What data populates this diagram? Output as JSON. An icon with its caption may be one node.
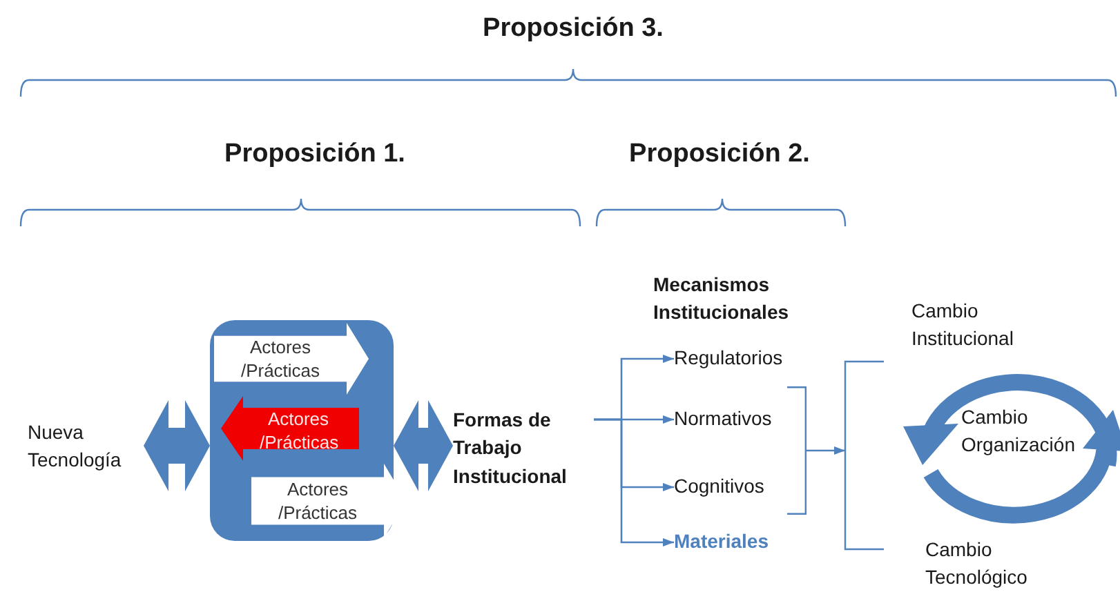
{
  "diagram": {
    "nodes": [
      {
        "text": [
          "Nueva Tecnología"
        ]
      },
      {
        "text": [],
        "shape": "box"
      },
      {
        "text": [
          "Actores /Prácticas"
        ],
        "in": 1
      },
      {
        "text": [
          "Actores /Prácticas"
        ],
        "in": 1
      },
      {
        "text": [
          "Actores /Prácticas"
        ],
        "in": 1
      },
      {
        "text": [
          "Formas de Trabajo Institucional"
        ]
      },
      {
        "text": [
          "Regulatorios"
        ]
      },
      {
        "text": [
          "Normativos"
        ]
      },
      {
        "text": [
          "Cognitivos"
        ]
      },
      {
        "text": [
          "Materiales"
        ]
      },
      {
        "text": [
          "Cambio Institucional"
        ]
      },
      {
        "text": [
          "Cambio Organización"
        ]
      },
      {
        "text": [
          "Cambio Tecnológico"
        ]
      },
      {
        "text": [],
        "shape": "bracket"
      }
    ],
    "edges": [
      {
        "from": 0,
        "to": 1,
        "arrow": "both",
        "style": "thick"
      },
      {
        "from": 1,
        "to": 5,
        "arrow": "both",
        "style": "thick"
      },
      {
        "from": 5,
        "to": 6,
        "arrow": "to"
      },
      {
        "from": 5,
        "to": 7,
        "arrow": "to"
      },
      {
        "from": 5,
        "to": 8,
        "arrow": "to"
      },
      {
        "from": 5,
        "to": 9,
        "arrow": "to"
      },
      {
        "from": 13,
        "to": 11,
        "arrow": "to"
      }
    ],
    "labels": [
      "Proposición 3.",
      "Proposición 1.",
      "Proposición 2.",
      "Mecanismos Institucionales"
    ]
  }
}
